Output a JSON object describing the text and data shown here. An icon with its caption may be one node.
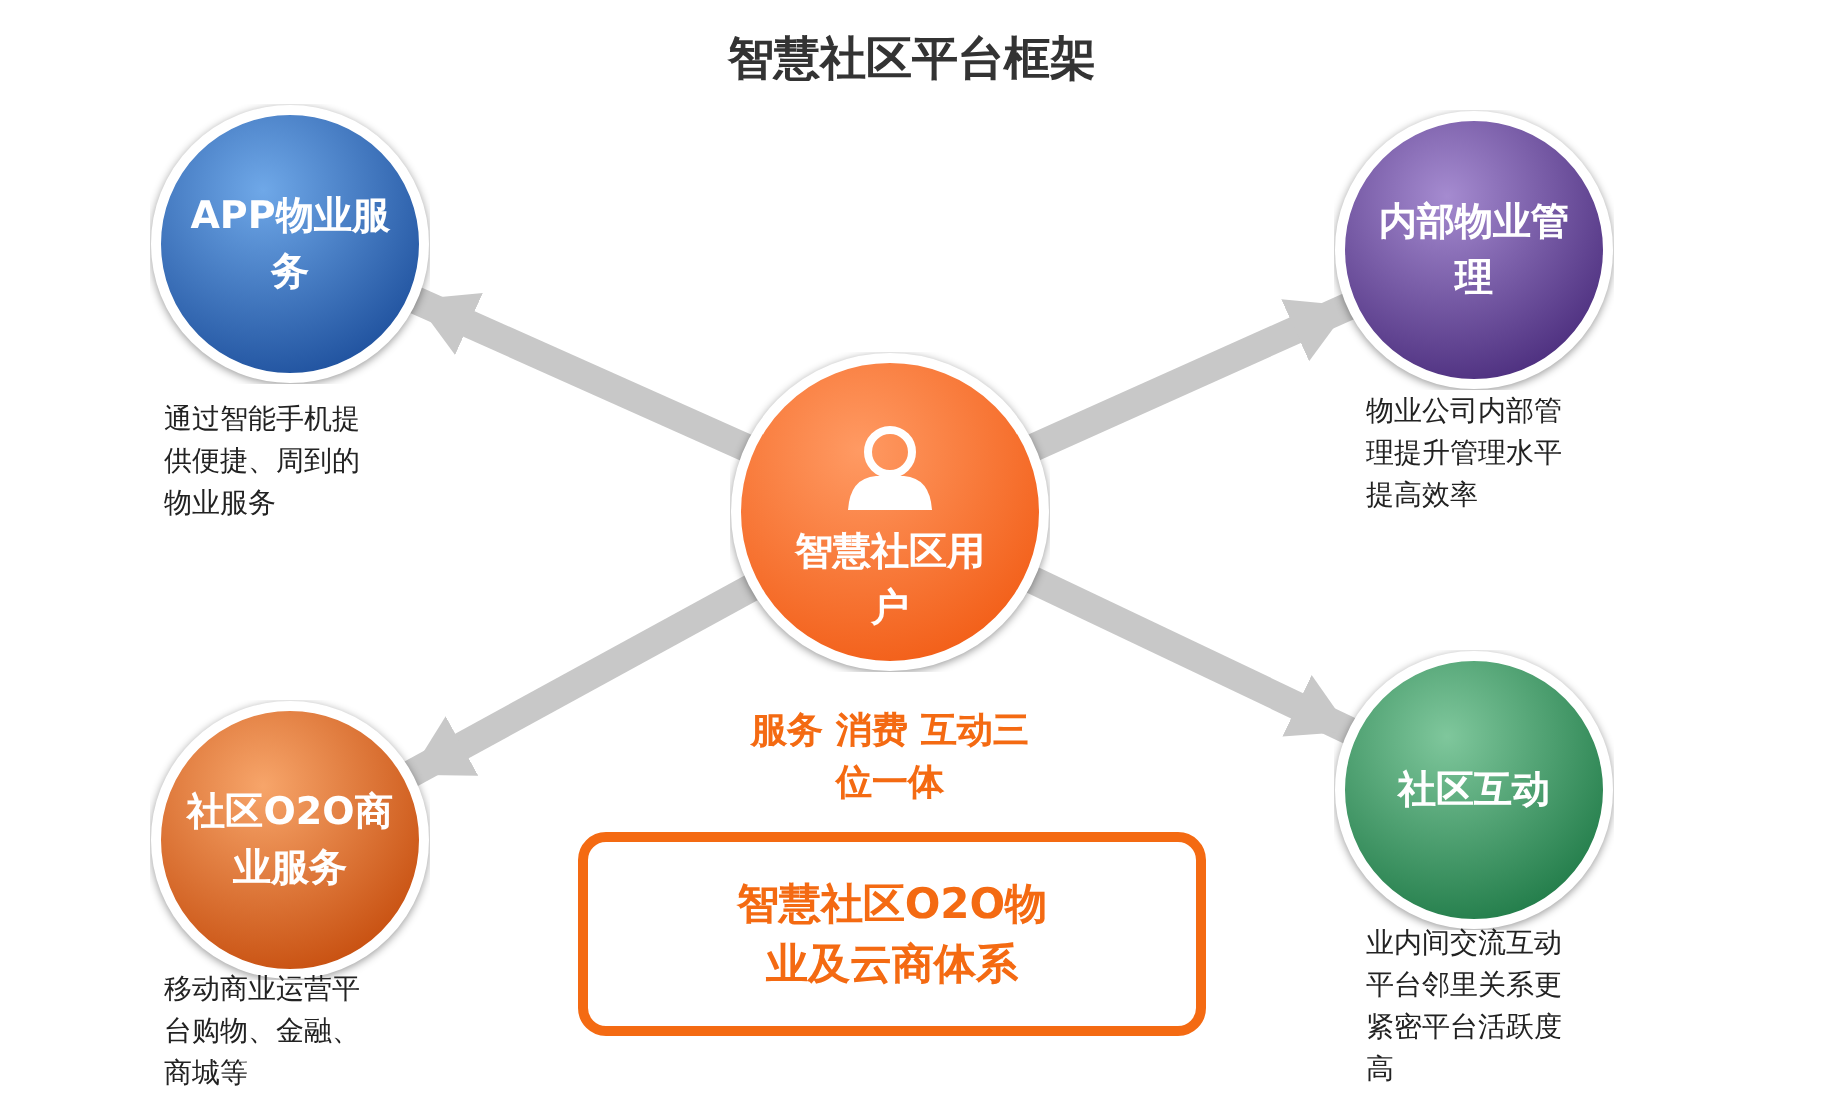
{
  "diagram": {
    "title": "智慧社区平台框架",
    "nodes": [
      {
        "text": [
          "APP物业服务"
        ],
        "beside": [
          "通过智能手机提供便捷、周到的物业服务"
        ]
      },
      {
        "text": [
          "内部物业管理"
        ],
        "beside": [
          "物业公司内部管理提升管理水平提高效率"
        ]
      },
      {
        "text": [
          "智慧社区用户"
        ]
      },
      {
        "text": [
          "社区O2O商业服务"
        ],
        "beside": [
          "移动商业运营平台购物、金融、商城等"
        ]
      },
      {
        "text": [
          "社区互动"
        ],
        "beside": [
          "业内间交流互动平台邻里关系更紧密平台活跃度高"
        ]
      },
      {
        "text": [
          "智慧社区O2O物业及云商体系"
        ]
      }
    ],
    "edges": [
      {
        "from": 2,
        "to": 0,
        "arrow": "to"
      },
      {
        "from": 2,
        "to": 1,
        "arrow": "to"
      },
      {
        "from": 2,
        "to": 3,
        "arrow": "to"
      },
      {
        "from": 2,
        "to": 4,
        "arrow": "to"
      }
    ],
    "labels": [
      "服务 消费 互动三位一体"
    ]
  }
}
